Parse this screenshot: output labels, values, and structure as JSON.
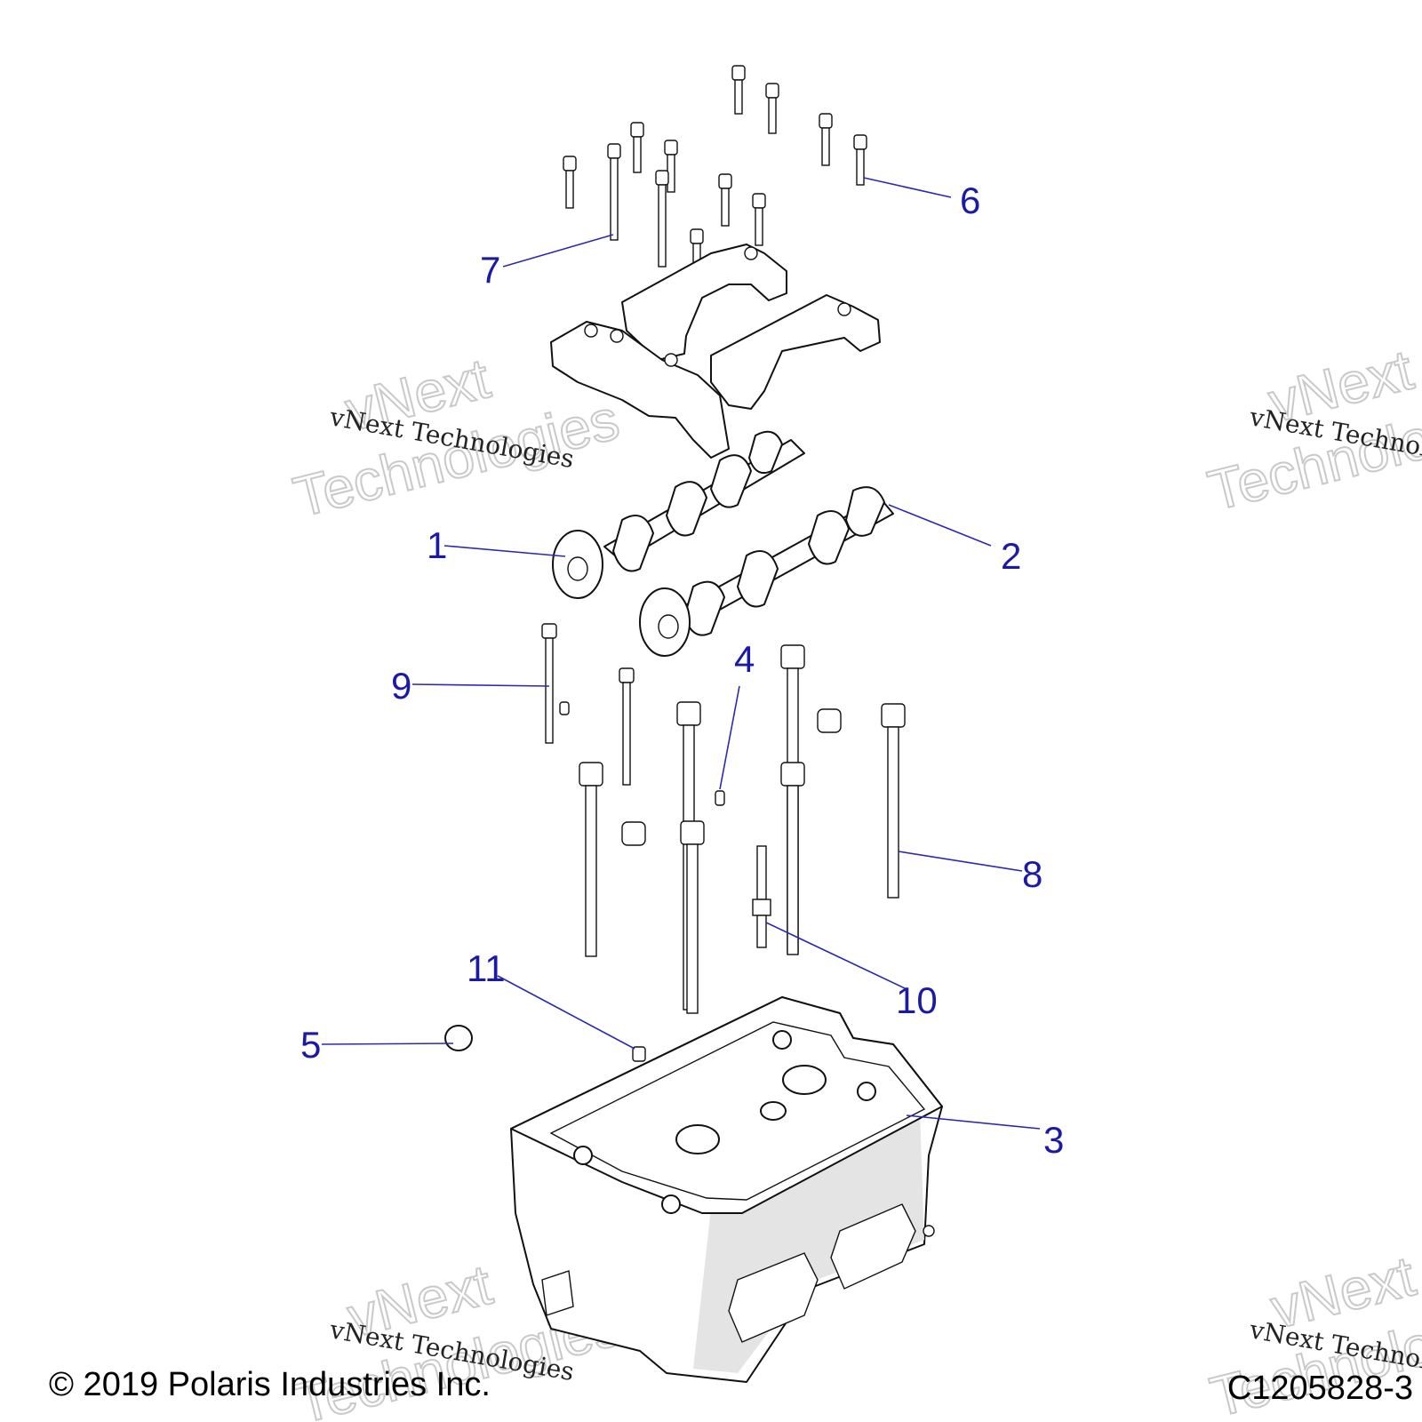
{
  "callouts": [
    {
      "label": "1"
    },
    {
      "label": "2"
    },
    {
      "label": "3"
    },
    {
      "label": "4"
    },
    {
      "label": "5"
    },
    {
      "label": "6"
    },
    {
      "label": "7"
    },
    {
      "label": "8"
    },
    {
      "label": "9"
    },
    {
      "label": "10"
    },
    {
      "label": "11"
    }
  ],
  "watermark": {
    "small_text": "vNext Technologies",
    "big_line1": "vNext",
    "big_line2": "Technologies"
  },
  "footer": {
    "copyright": "© 2019 Polaris Industries Inc.",
    "figure_id": "C1205828-3"
  },
  "colors": {
    "callout": "#1a1aa6",
    "line_art": "#111111",
    "watermark": "#c9c9c9"
  }
}
